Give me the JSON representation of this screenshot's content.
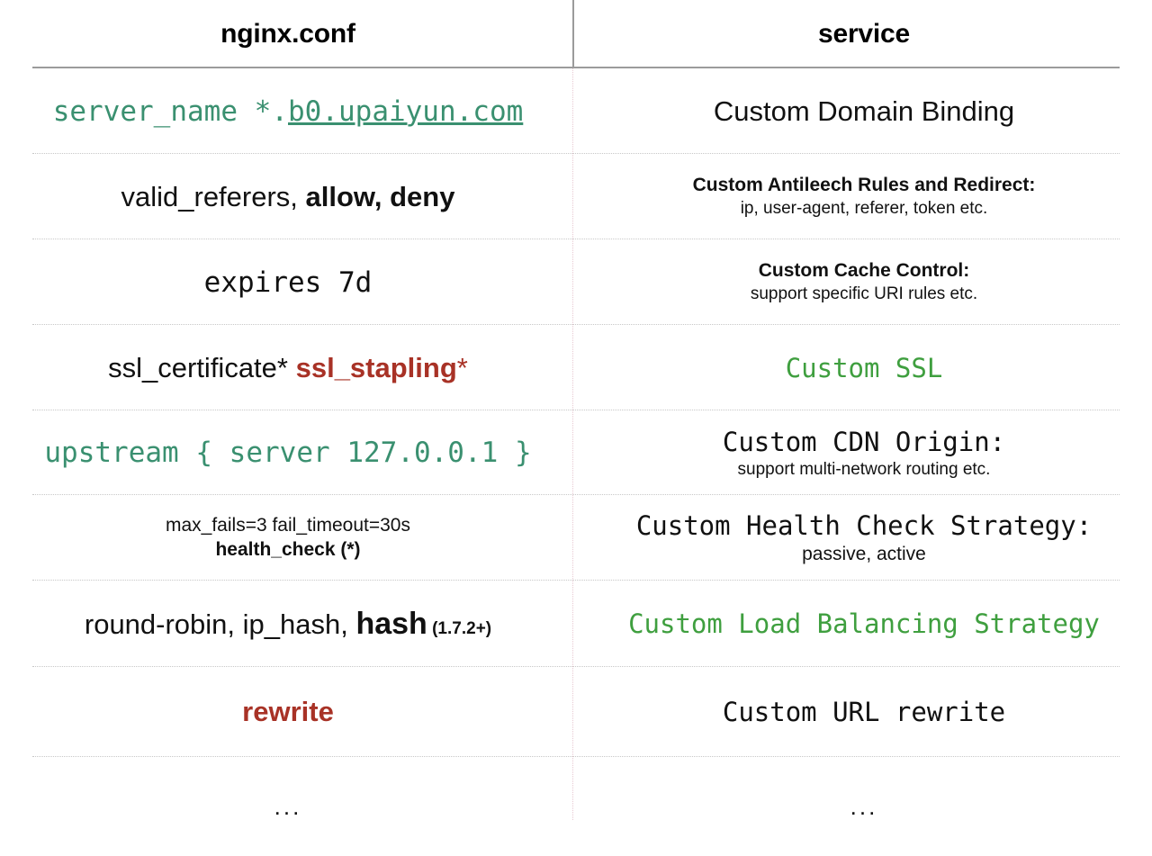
{
  "table": {
    "columns": [
      {
        "label": "nginx.conf"
      },
      {
        "label": "service"
      }
    ],
    "rows": [
      {
        "id": "domain-binding",
        "left": {
          "style": "mono-green",
          "parts": [
            {
              "text": "server_name ",
              "style": "green-teal"
            },
            {
              "text": "*.",
              "style": "green-teal"
            },
            {
              "text": "b0.upaiyun.com",
              "style": "green-teal-underline"
            }
          ]
        },
        "right": {
          "title": "Custom Domain Binding",
          "subtitle": ""
        }
      },
      {
        "id": "antileech",
        "left": {
          "style": "sans-mixed",
          "parts": [
            {
              "text": "valid_referers, ",
              "style": "black"
            },
            {
              "text": "allow, deny",
              "style": "black-bold"
            }
          ]
        },
        "right": {
          "title": "Custom Antileech Rules and Redirect:",
          "subtitle": "ip, user-agent, referer, token etc."
        }
      },
      {
        "id": "cache-control",
        "left": {
          "style": "mono-black",
          "parts": [
            {
              "text": "expires 7d",
              "style": "black"
            }
          ]
        },
        "right": {
          "title": "Custom Cache Control:",
          "subtitle": "support specific URI rules etc."
        }
      },
      {
        "id": "ssl",
        "left": {
          "style": "sans-mixed",
          "parts": [
            {
              "text": "ssl_certificate* ",
              "style": "black"
            },
            {
              "text": "ssl_stapling",
              "style": "red-bold"
            },
            {
              "text": "*",
              "style": "red"
            }
          ]
        },
        "right": {
          "title": "Custom SSL",
          "subtitle": "",
          "title_style": "mono-green-bright"
        }
      },
      {
        "id": "cdn-origin",
        "left": {
          "style": "mono-green",
          "parts": [
            {
              "text": "upstream { server 127.0.0.1 }",
              "style": "green-teal"
            }
          ]
        },
        "right": {
          "title": "Custom CDN Origin:",
          "subtitle": "support multi-network routing etc.",
          "title_style": "mono-black"
        }
      },
      {
        "id": "health-check",
        "left": {
          "style": "sans-two-line",
          "line1": "max_fails=3 fail_timeout=30s",
          "line2": "health_check (*)"
        },
        "right": {
          "title": "Custom Health Check Strategy:",
          "subtitle": "passive, active",
          "title_style": "mono-black"
        }
      },
      {
        "id": "load-balancing",
        "left": {
          "style": "sans-mixed",
          "parts": [
            {
              "text": "round-robin, ip_hash, ",
              "style": "black"
            },
            {
              "text": "hash",
              "style": "black-bold-lg"
            },
            {
              "text": " (1.7.2+)",
              "style": "black-bold-sm"
            }
          ]
        },
        "right": {
          "title": "Custom Load Balancing Strategy",
          "subtitle": "",
          "title_style": "mono-green-bright"
        }
      },
      {
        "id": "url-rewrite",
        "left": {
          "style": "sans-mixed",
          "parts": [
            {
              "text": "rewrite",
              "style": "red-bold"
            }
          ]
        },
        "right": {
          "title": "Custom URL rewrite",
          "subtitle": "",
          "title_style": "mono-black"
        }
      },
      {
        "id": "more",
        "left": {
          "style": "ellipsis",
          "parts": [
            {
              "text": "...",
              "style": "black"
            }
          ]
        },
        "right": {
          "title": "...",
          "subtitle": "",
          "title_style": "ellipsis"
        }
      }
    ]
  },
  "colors": {
    "green_teal": "#3a9070",
    "green_bright": "#3f9f3f",
    "red_brick": "#a83226",
    "rule_gray": "#9b9b9b",
    "separator_gray": "#c8c8c8",
    "divider_pink": "#e8c9d2",
    "text_black": "#111111"
  }
}
